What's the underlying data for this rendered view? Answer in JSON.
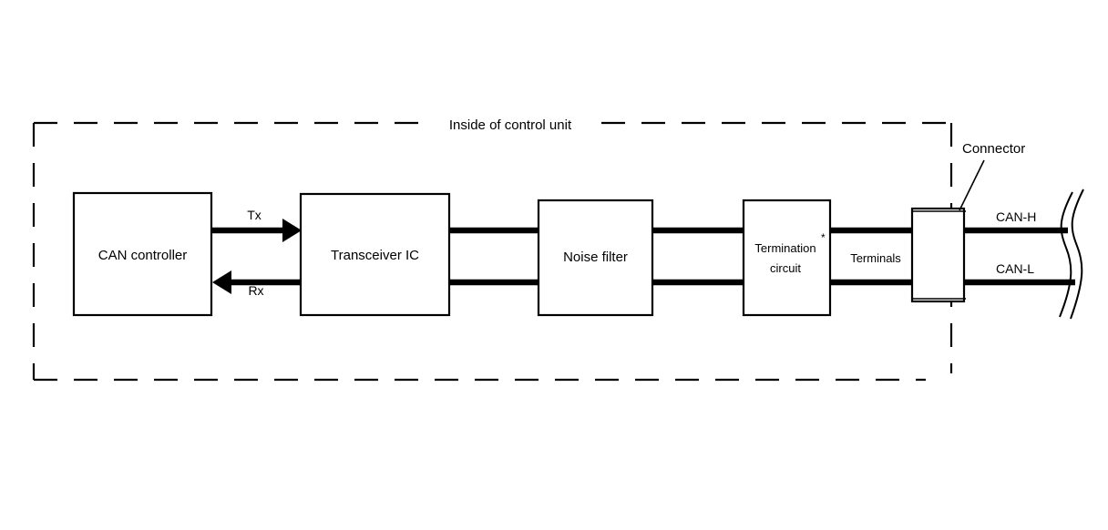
{
  "diagram": {
    "title_frame": "Inside of control unit",
    "blocks": [
      {
        "id": "can-controller",
        "label": "CAN controller"
      },
      {
        "id": "transceiver-ic",
        "label": "Transceiver IC"
      },
      {
        "id": "noise-filter",
        "label": "Noise filter"
      },
      {
        "id": "termination-circuit",
        "label_line1": "Termination",
        "label_line2": "circuit",
        "footnote_mark": "*"
      }
    ],
    "signals": {
      "tx": "Tx",
      "rx": "Rx"
    },
    "annotations": {
      "terminals": "Terminals",
      "connector": "Connector"
    },
    "bus_lines": [
      {
        "id": "can-high",
        "label": "CAN-H"
      },
      {
        "id": "can-low",
        "label": "CAN-L"
      }
    ],
    "colors": {
      "ink": "#000000",
      "paper": "#ffffff"
    }
  }
}
